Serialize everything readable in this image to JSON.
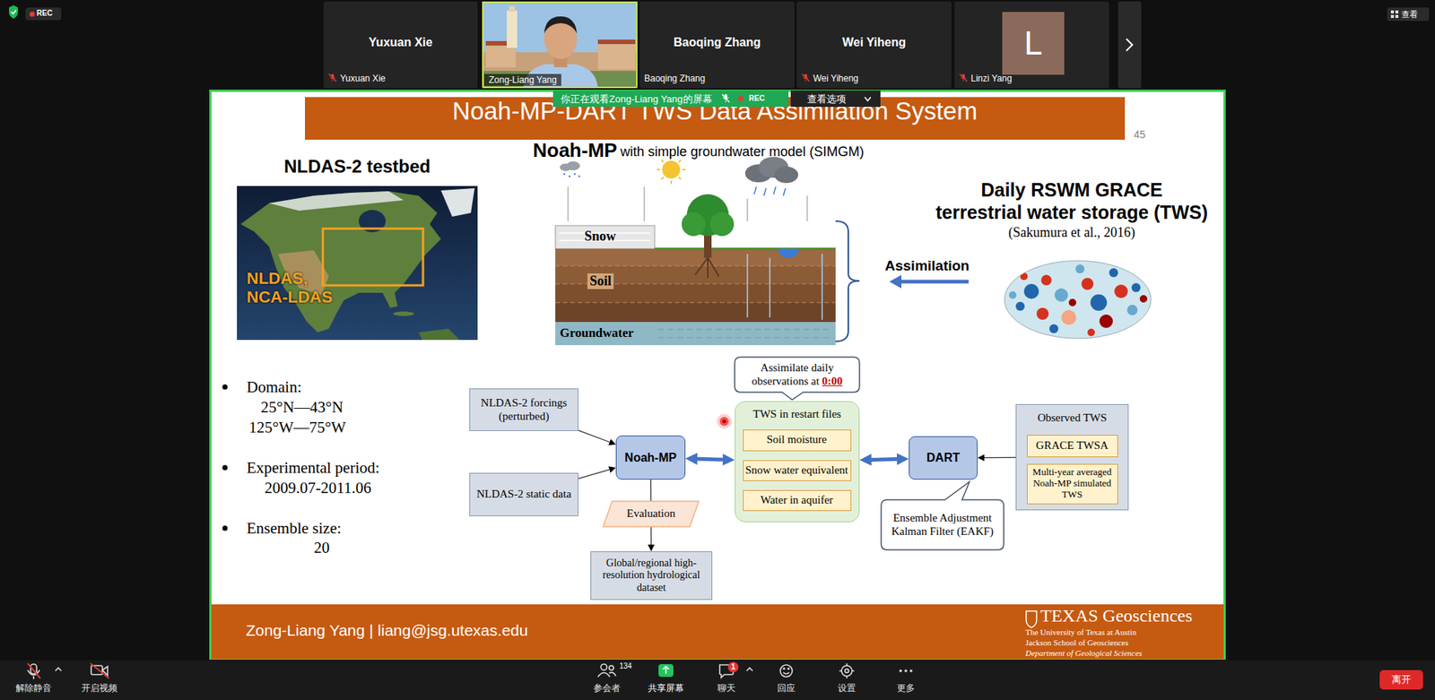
{
  "diagram": {
    "title": "Noah-MP-DART TWS Data Assimilation System",
    "nodes": [
      {
        "text": [
          "REC"
        ]
      },
      {
        "text": [
          "Yuxuan Xie",
          "Yuxuan Xie"
        ]
      },
      {
        "text": [
          "Zong-Liang Yang"
        ]
      },
      {
        "text": [
          "Baoqing Zhang",
          "Baoqing Zhang"
        ]
      },
      {
        "text": [
          "Wei Yiheng",
          "Wei Yiheng"
        ]
      },
      {
        "text": [
          "L",
          "Linzi Yang"
        ]
      },
      {
        "text": [
          "查看"
        ]
      },
      {
        "text": [
          "你正在观看Zong-Liang Yang的屏幕",
          "REC"
        ]
      },
      {
        "text": [
          "查看选项"
        ]
      },
      {
        "text": [
          "NLDAS-2 forcings (perturbed)"
        ]
      },
      {
        "text": [
          "NLDAS-2 static data"
        ]
      },
      {
        "text": [
          "Noah-MP"
        ]
      },
      {
        "text": [
          "Evaluation"
        ]
      },
      {
        "text": [
          "Global/regional high-resolution hydrological dataset"
        ]
      },
      {
        "text": [
          "Assimilate daily observations at",
          "0:00"
        ]
      },
      {
        "text": [
          "TWS in restart files"
        ]
      },
      {
        "text": [
          "Soil moisture"
        ],
        "in": 15
      },
      {
        "text": [
          "Snow water equivalent"
        ],
        "in": 15
      },
      {
        "text": [
          "Water in aquifer"
        ],
        "in": 15
      },
      {
        "text": [
          "DART"
        ]
      },
      {
        "text": [
          "Ensemble Adjustment Kalman Filter (EAKF)"
        ]
      },
      {
        "text": [
          "Observed TWS"
        ]
      },
      {
        "text": [
          "GRACE TWSA"
        ],
        "in": 21
      },
      {
        "text": [
          "Multi-year averaged Noah-MP simulated TWS"
        ],
        "in": 21
      },
      {
        "text": [
          "离开"
        ]
      }
    ],
    "edges": [
      {
        "from": 9,
        "to": 11,
        "arrow": "to"
      },
      {
        "from": 10,
        "to": 11,
        "arrow": "to"
      },
      {
        "from": 11,
        "to": 15,
        "arrow": "both"
      },
      {
        "from": 15,
        "to": 19,
        "arrow": "both"
      },
      {
        "from": 21,
        "to": 19,
        "arrow": "to"
      },
      {
        "from": 11,
        "to": 12,
        "arrow": "none"
      },
      {
        "from": 12,
        "to": 13,
        "arrow": "to"
      }
    ],
    "labels": [
      "45",
      "NLDAS-2 testbed",
      "NLDAS, NCA-LDAS",
      "Domain:",
      "25°N—43°N",
      "125°W—75°W",
      "Experimental period:",
      "2009.07-2011.06",
      "Ensemble size:",
      "20",
      "Noah-MP",
      "with simple groundwater model (SIMGM)",
      "Snow",
      "Soil",
      "Groundwater",
      "Assimilation",
      "Daily RSWM GRACE",
      "terrestrial water storage (TWS)",
      "(Sakumura et al., 2016)",
      "Zong-Liang Yang | liang@jsg.utexas.edu",
      "TEXAS Geosciences",
      "The University of Texas at Austin",
      "Jackson School of Geosciences",
      "Department of Geological Sciences",
      "解除静音",
      "开启视频",
      "134",
      "参会者",
      "共享屏幕",
      "1",
      "聊天",
      "回应",
      "设置",
      "更多"
    ]
  }
}
